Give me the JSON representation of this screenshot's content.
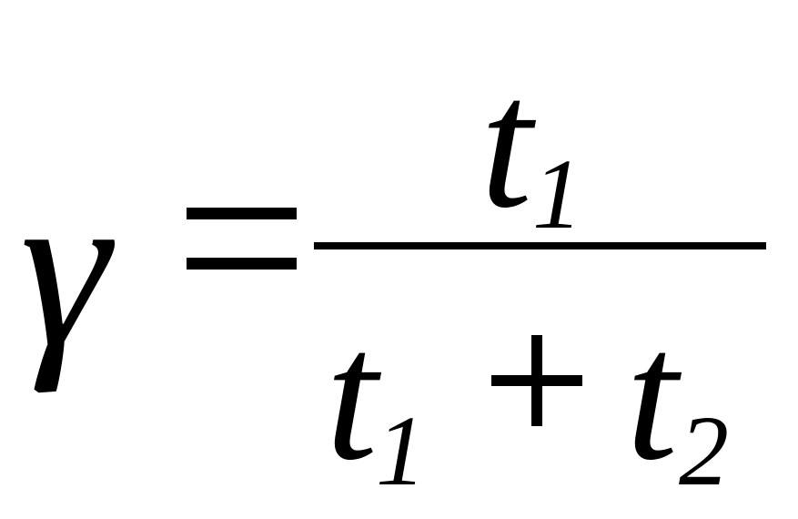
{
  "formula": {
    "lhs": "γ",
    "equals": "=",
    "numerator": {
      "var": "t",
      "sub": "1"
    },
    "denominator": {
      "term1_var": "t",
      "term1_sub": "1",
      "op": "+",
      "term2_var": "t",
      "term2_sub": "2"
    }
  }
}
